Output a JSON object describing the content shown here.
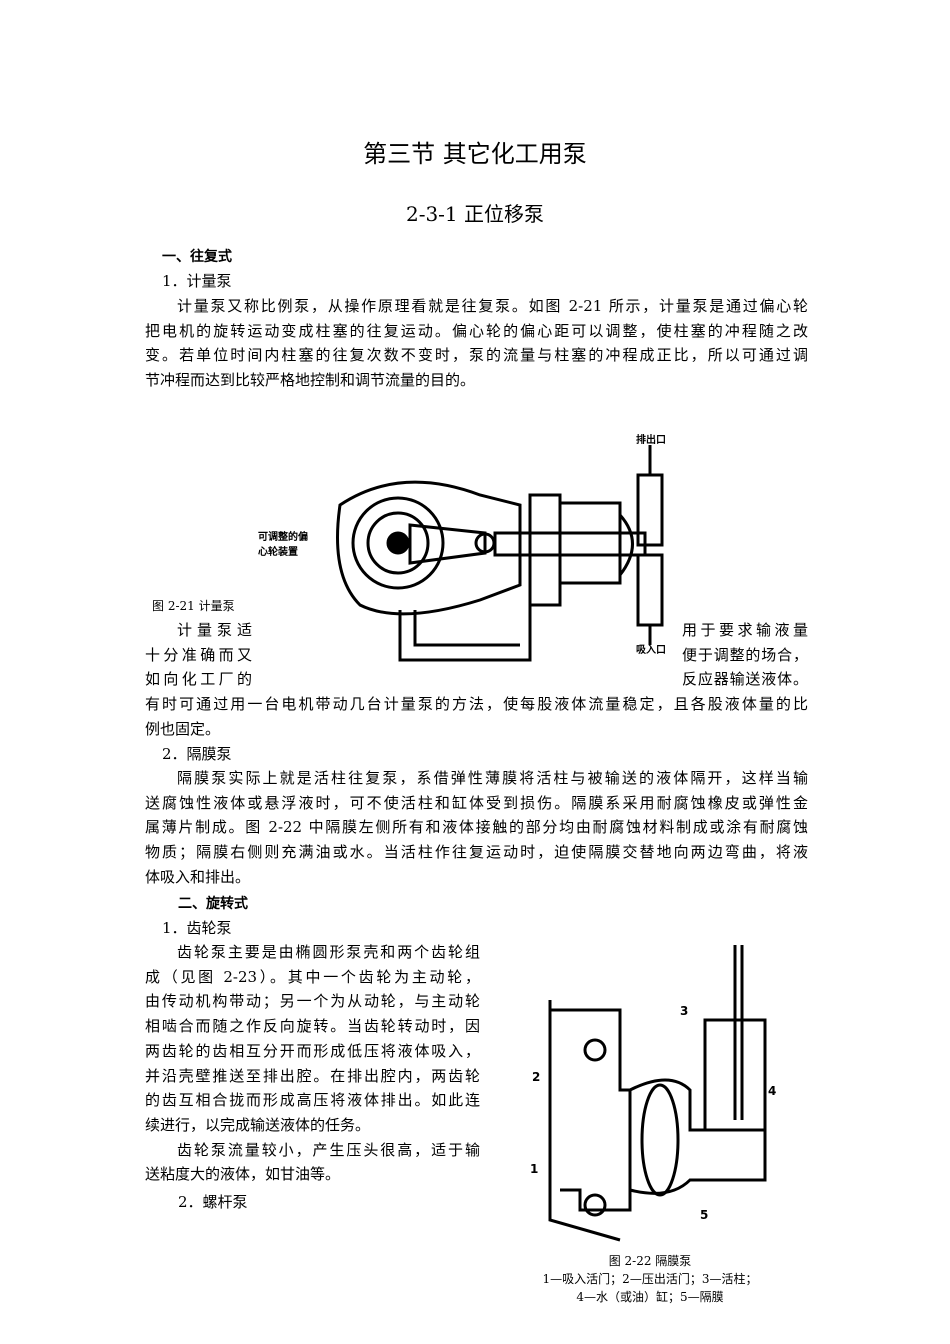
{
  "title": "第三节  其它化工用泵",
  "subtitle": "2-3-1  正位移泵",
  "s1": {
    "heading": "一、往复式",
    "item1": "1．计量泵",
    "p1": [
      "计量泵又称比例泵，从操作原理看就是往复泵。如图 2-21 所示，计量泵是通过偏心轮",
      "把电机的旋转运动变成柱塞的往复运动。偏心轮的偏心距可以调整，使柱塞的冲程随之改",
      "变。若单位时间内柱塞的往复次数不变时，泵的流量与柱塞的冲程成正比，所以可通过调",
      "节冲程而达到比较严格地控制和调节流量的目的。"
    ],
    "p2_left": [
      "计量泵适",
      "十分准确而又",
      "如向化工厂的"
    ],
    "p2_right": [
      "用于要求输液量",
      "便于调整的场合，",
      "反应器输送液体。"
    ],
    "p2_full": [
      "有时可通过用一台电机带动几台计量泵的方法，使每股液体流量稳定，且各股液体量的比",
      "例也固定。"
    ],
    "item2": "2．隔膜泵",
    "p3": [
      "隔膜泵实际上就是活柱往复泵，系借弹性薄膜将活柱与被输送的液体隔开，这样当输",
      "送腐蚀性液体或悬浮液时，可不使活柱和缸体受到损伤。隔膜系采用耐腐蚀橡皮或弹性金",
      "属薄片制成。图 2-22 中隔膜左侧所有和液体接触的部分均由耐腐蚀材料制成或涂有耐腐蚀",
      "物质；隔膜右侧则充满油或水。当活柱作往复运动时，迫使隔膜交替地向两边弯曲，将液",
      "体吸入和排出。"
    ]
  },
  "s2": {
    "heading": "二、旋转式",
    "item1": "1．齿轮泵",
    "p1": [
      "齿轮泵主要是由椭圆形泵壳和两个齿轮组",
      "成（见图 2-23）。其中一个齿轮为主动轮，",
      "由传动机构带动；另一个为从动轮，与主动轮",
      "相啮合而随之作反向旋转。当齿轮转动时，因",
      "两齿轮的齿相互分开而形成低压将液体吸入，",
      "并沿壳壁推送至排出腔。在排出腔内，两齿轮",
      "的齿互相合拢而形成高压将液体排出。如此连",
      "续进行，以完成输送液体的任务。"
    ],
    "p2": [
      "齿轮泵流量较小，产生压头很高，适于输",
      "送粘度大的液体，如甘油等。"
    ],
    "item2": "2．螺杆泵"
  },
  "fig221": {
    "caption": "图 2-21  计量泵",
    "label_outlet": "排出口",
    "label_inlet": "吸入口",
    "label_eccentric": [
      "可调整的偏",
      "心轮装置"
    ]
  },
  "fig222": {
    "caption": "图 2-22  隔膜泵",
    "legend": [
      "1—吸入活门；2—压出活门；3—活柱；",
      "4—水（或油）缸；5—隔膜"
    ],
    "numbers": [
      "1",
      "2",
      "3",
      "4",
      "5"
    ]
  }
}
